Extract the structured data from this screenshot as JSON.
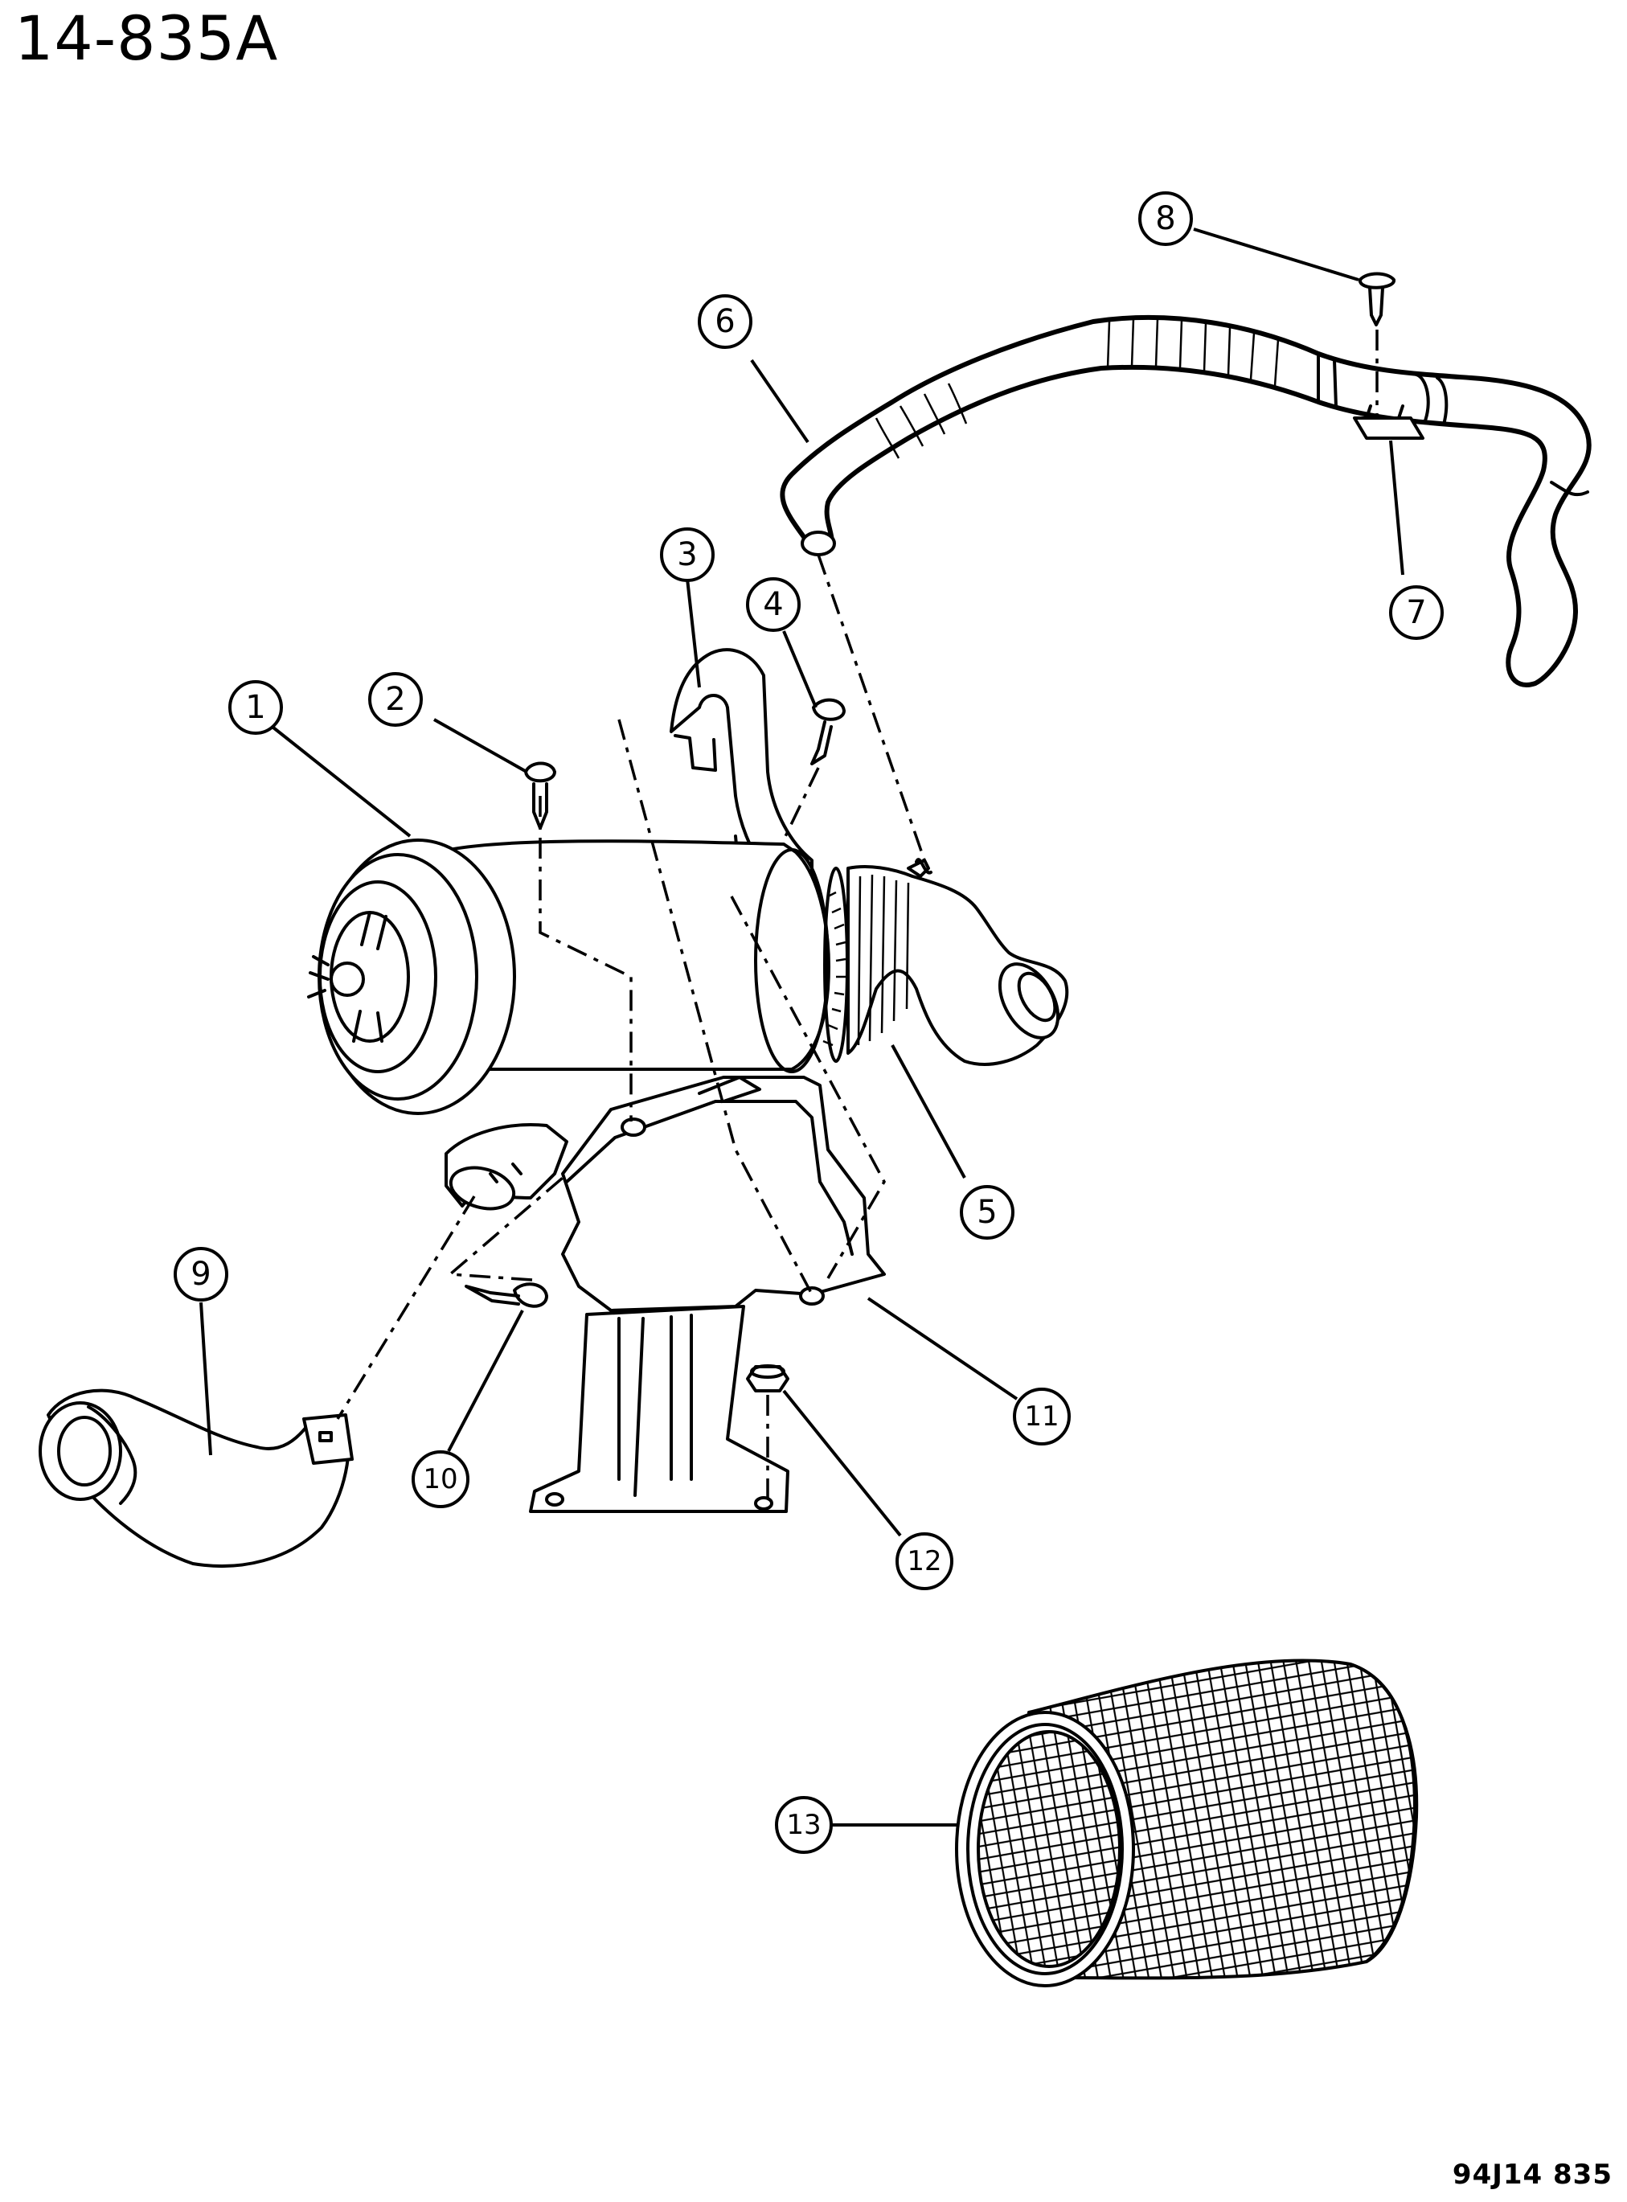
{
  "title": "14-835A",
  "figure_code": "94J14  835",
  "callouts": [
    {
      "label": "1",
      "part": "air-cleaner-housing"
    },
    {
      "label": "2",
      "part": "bolt"
    },
    {
      "label": "3",
      "part": "strap"
    },
    {
      "label": "4",
      "part": "bolt"
    },
    {
      "label": "5",
      "part": "intake-hose"
    },
    {
      "label": "6",
      "part": "vent-hose"
    },
    {
      "label": "7",
      "part": "hose-clip"
    },
    {
      "label": "8",
      "part": "screw"
    },
    {
      "label": "9",
      "part": "inlet-duct"
    },
    {
      "label": "10",
      "part": "screw"
    },
    {
      "label": "11",
      "part": "support-bracket"
    },
    {
      "label": "12",
      "part": "nut"
    },
    {
      "label": "13",
      "part": "air-filter-element"
    }
  ]
}
